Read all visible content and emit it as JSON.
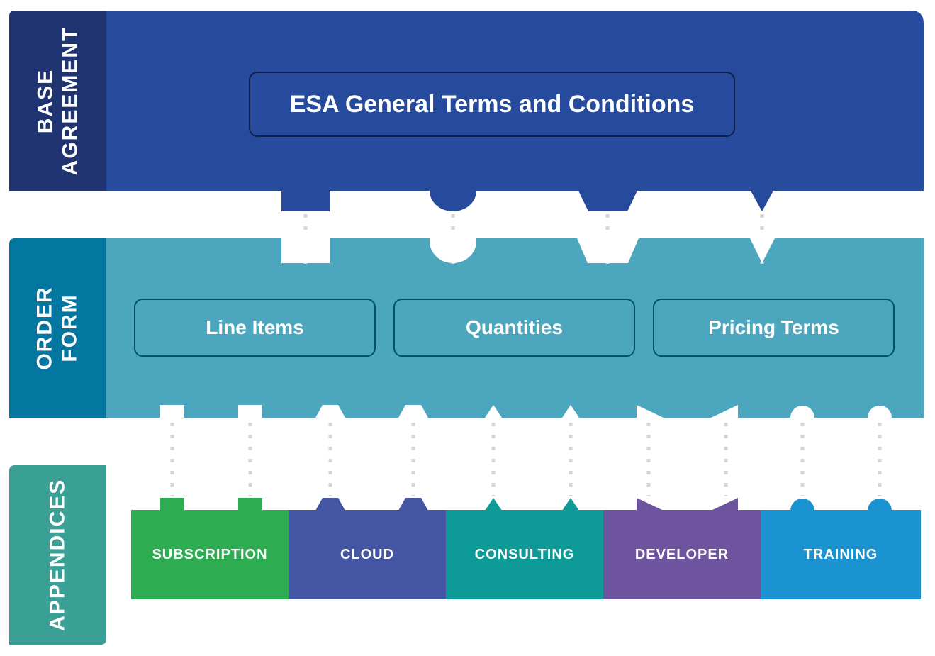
{
  "sections": {
    "base": {
      "label": "BASE\nAGREEMENT",
      "box": "ESA General Terms and Conditions"
    },
    "order": {
      "label": "ORDER\nFORM",
      "items": [
        "Line Items",
        "Quantities",
        "Pricing Terms"
      ]
    },
    "appendices": {
      "label": "APPENDICES",
      "items": [
        "SUBSCRIPTION",
        "CLOUD",
        "CONSULTING",
        "DEVELOPER",
        "TRAINING"
      ]
    }
  },
  "colors": {
    "base_label": "#1f3471",
    "base_band": "#264b9c",
    "base_box": "#1f3471",
    "order_label": "#0477a1",
    "order_band": "#4ca6bd",
    "order_box": "#0477a1",
    "appendices_label": "#3aa096",
    "subscription": "#2eac52",
    "cloud": "#4455a3",
    "consulting": "#0e9b98",
    "developer": "#6e549f",
    "training": "#1b93d0",
    "connector": "#d6d6d6"
  },
  "icons": {
    "base_to_order": [
      "square-tab-icon",
      "round-tab-icon",
      "trapezoid-tab-icon",
      "triangle-tab-icon"
    ],
    "order_to_appendices": [
      "square-tab-icon",
      "trapezoid-tab-icon",
      "triangle-tab-icon",
      "arrow-tab-icon",
      "round-tab-icon"
    ]
  }
}
